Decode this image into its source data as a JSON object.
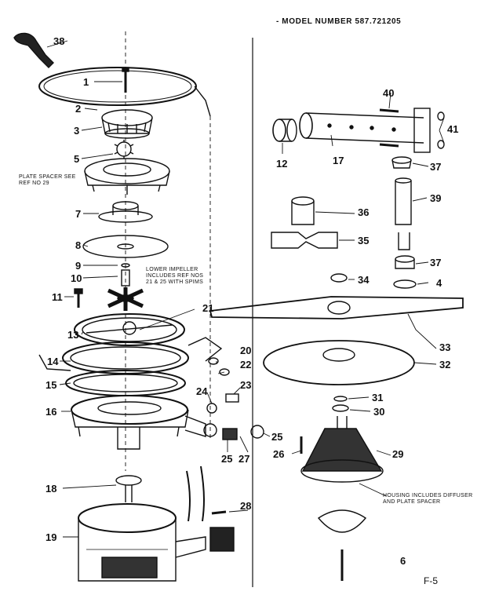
{
  "header": {
    "model_number": "- MODEL NUMBER 587.721205"
  },
  "notes": {
    "plate_spacer": [
      "PLATE SPACER SEE",
      "REF NO 29"
    ],
    "lower_impeller": [
      "LOWER IMPELLER",
      "INCLUDES REF NOS",
      "21 & 25 WITH SPIMS"
    ],
    "housing": [
      "HOUSING INCLUDES DIFFUSER",
      "AND PLATE SPACER"
    ]
  },
  "parts": {
    "p1": "1",
    "p2": "2",
    "p3": "3",
    "p4": "4",
    "p5": "5",
    "p6": "6",
    "p7": "7",
    "p8": "8",
    "p9": "9",
    "p10": "10",
    "p11": "11",
    "p12": "12",
    "p13": "13",
    "p14": "14",
    "p15": "15",
    "p16": "16",
    "p17": "17",
    "p18": "18",
    "p19": "19",
    "p20": "20",
    "p21": "21",
    "p22": "22",
    "p23": "23",
    "p24": "24",
    "p25a": "25",
    "p25b": "25",
    "p26": "26",
    "p27": "27",
    "p28": "28",
    "p29": "29",
    "p30": "30",
    "p31": "31",
    "p32": "32",
    "p33": "33",
    "p34": "34",
    "p35": "35",
    "p36": "36",
    "p37a": "37",
    "p37b": "37",
    "p38": "38",
    "p39": "39",
    "p40": "40",
    "p41": "41"
  },
  "page_code": "F-5"
}
